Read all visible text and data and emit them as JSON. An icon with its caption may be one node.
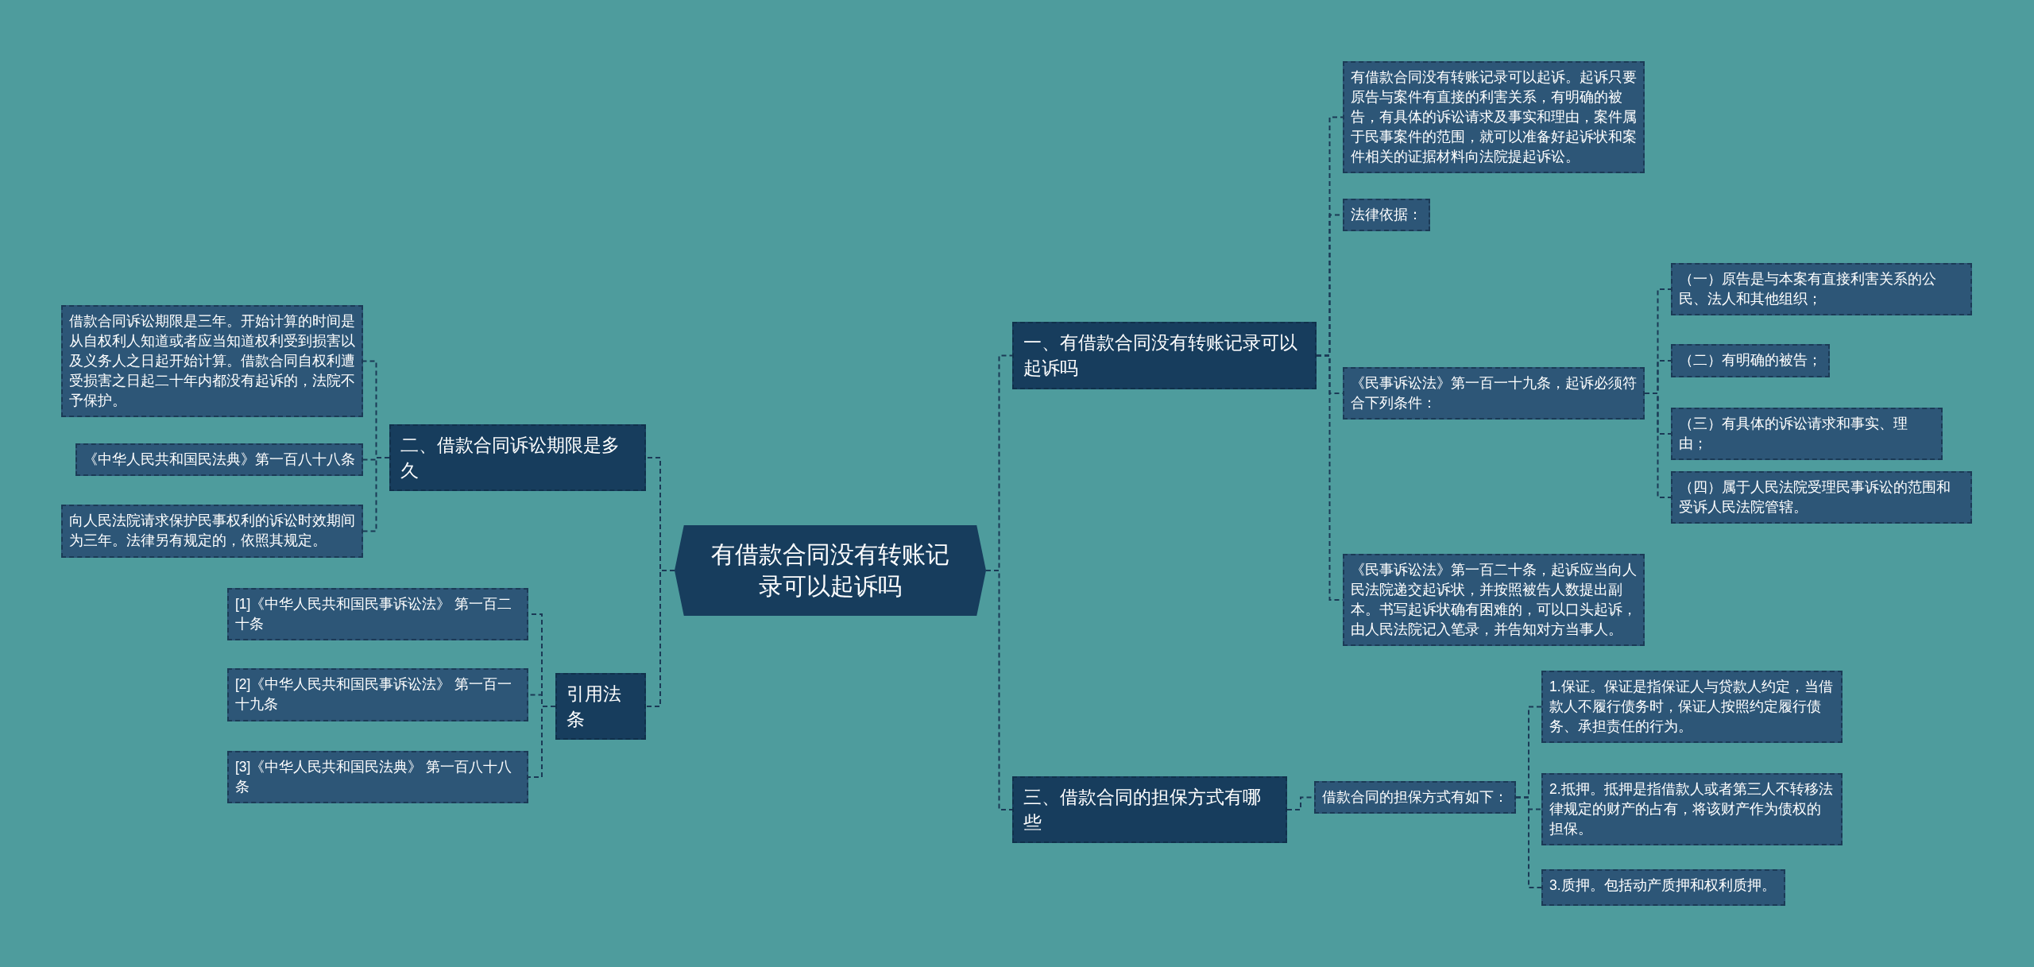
{
  "diagram": {
    "nodes": [
      {
        "text": [
          "有借款合同没有转账记录可以起诉吗"
        ]
      },
      {
        "text": [
          "一、有借款合同没有转账记录可以起诉吗"
        ]
      },
      {
        "text": [
          "有借款合同没有转账记录可以起诉。起诉只要原告与案件有直接的利害关系，有明确的被告，有具体的诉讼请求及事实和理由，案件属于民事案件的范围，就可以准备好起诉状和案件相关的证据材料向法院提起诉讼。"
        ]
      },
      {
        "text": [
          "法律依据："
        ]
      },
      {
        "text": [
          "《民事诉讼法》第一百一十九条，起诉必须符合下列条件："
        ]
      },
      {
        "text": [
          "（一）原告是与本案有直接利害关系的公民、法人和其他组织；"
        ]
      },
      {
        "text": [
          "（二）有明确的被告；"
        ]
      },
      {
        "text": [
          "（三）有具体的诉讼请求和事实、理由；"
        ]
      },
      {
        "text": [
          "（四）属于人民法院受理民事诉讼的范围和受诉人民法院管辖。"
        ]
      },
      {
        "text": [
          "《民事诉讼法》第一百二十条，起诉应当向人民法院递交起诉状，并按照被告人数提出副本。书写起诉状确有困难的，可以口头起诉，由人民法院记入笔录，并告知对方当事人。"
        ]
      },
      {
        "text": [
          "三、借款合同的担保方式有哪些"
        ]
      },
      {
        "text": [
          "借款合同的担保方式有如下："
        ]
      },
      {
        "text": [
          "1.保证。保证是指保证人与贷款人约定，当借款人不履行债务时，保证人按照约定履行债务、承担责任的行为。"
        ]
      },
      {
        "text": [
          "2.抵押。抵押是指借款人或者第三人不转移法律规定的财产的占有，将该财产作为债权的担保。"
        ]
      },
      {
        "text": [
          "3.质押。包括动产质押和权利质押。"
        ]
      },
      {
        "text": [
          "二、借款合同诉讼期限是多久"
        ]
      },
      {
        "text": [
          "借款合同诉讼期限是三年。开始计算的时间是从自权利人知道或者应当知道权利受到损害以及义务人之日起开始计算。借款合同自权利遭受损害之日起二十年内都没有起诉的，法院不予保护。"
        ]
      },
      {
        "text": [
          "《中华人民共和国民法典》第一百八十八条"
        ]
      },
      {
        "text": [
          "向人民法院请求保护民事权利的诉讼时效期间为三年。法律另有规定的，依照其规定。"
        ]
      },
      {
        "text": [
          "引用法条"
        ]
      },
      {
        "text": [
          "[1]《中华人民共和国民事诉讼法》 第一百二十条"
        ]
      },
      {
        "text": [
          "[2]《中华人民共和国民事诉讼法》 第一百一十九条"
        ]
      },
      {
        "text": [
          "[3]《中华人民共和国民法典》 第一百八十八条"
        ]
      }
    ],
    "edges": [
      {
        "from": 0,
        "to": 1,
        "arrow": "none"
      },
      {
        "from": 0,
        "to": 10,
        "arrow": "none"
      },
      {
        "from": 0,
        "to": 15,
        "arrow": "none"
      },
      {
        "from": 0,
        "to": 19,
        "arrow": "none"
      },
      {
        "from": 1,
        "to": 2,
        "arrow": "none"
      },
      {
        "from": 1,
        "to": 3,
        "arrow": "none"
      },
      {
        "from": 1,
        "to": 4,
        "arrow": "none"
      },
      {
        "from": 1,
        "to": 9,
        "arrow": "none"
      },
      {
        "from": 4,
        "to": 5,
        "arrow": "none"
      },
      {
        "from": 4,
        "to": 6,
        "arrow": "none"
      },
      {
        "from": 4,
        "to": 7,
        "arrow": "none"
      },
      {
        "from": 4,
        "to": 8,
        "arrow": "none"
      },
      {
        "from": 10,
        "to": 11,
        "arrow": "none"
      },
      {
        "from": 11,
        "to": 12,
        "arrow": "none"
      },
      {
        "from": 11,
        "to": 13,
        "arrow": "none"
      },
      {
        "from": 11,
        "to": 14,
        "arrow": "none"
      },
      {
        "from": 15,
        "to": 16,
        "arrow": "none"
      },
      {
        "from": 15,
        "to": 17,
        "arrow": "none"
      },
      {
        "from": 15,
        "to": 18,
        "arrow": "none"
      },
      {
        "from": 19,
        "to": 20,
        "arrow": "none"
      },
      {
        "from": 19,
        "to": 21,
        "arrow": "none"
      },
      {
        "from": 19,
        "to": 22,
        "arrow": "none"
      }
    ]
  }
}
